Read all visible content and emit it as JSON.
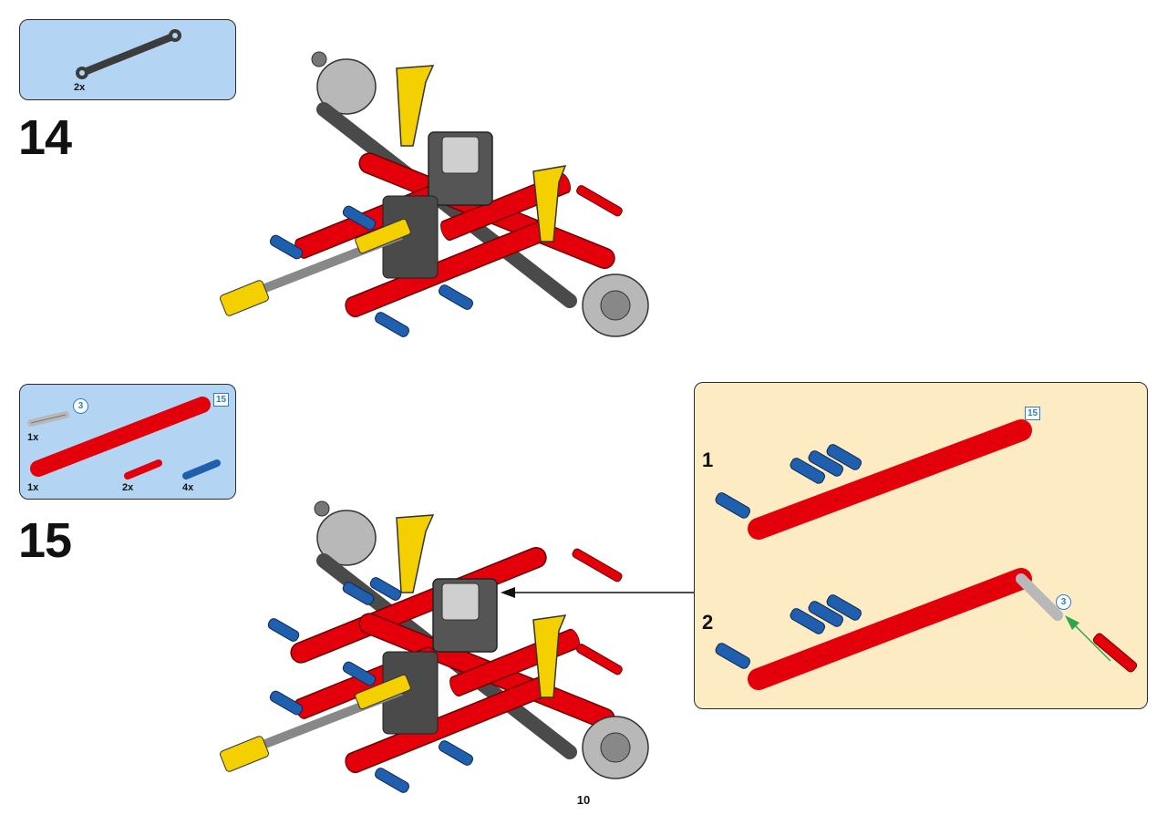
{
  "steps": [
    {
      "number": "14",
      "parts": [
        {
          "qty": "2x",
          "part": "link"
        }
      ]
    },
    {
      "number": "15",
      "parts": [
        {
          "qty": "1x",
          "part": "axle",
          "length": "3"
        },
        {
          "qty": "1x",
          "part": "beam",
          "length": "15"
        },
        {
          "qty": "2x",
          "part": "red-pin"
        },
        {
          "qty": "4x",
          "part": "blue-pin"
        }
      ],
      "substeps": [
        {
          "number": "1",
          "beam_length": "15"
        },
        {
          "number": "2",
          "axle_length": "3"
        }
      ]
    }
  ],
  "page_number": "10",
  "colors": {
    "parts_box": "#b3d4f2",
    "subassembly_panel": "#fdebc3",
    "red": "#e3000b",
    "blue": "#1f5fae",
    "yellow": "#f5d000",
    "dark_gray": "#4a4a4a",
    "light_gray": "#b8b8b8",
    "callout_badge": "#2a7fc9",
    "arrow_green": "#2aa84a"
  }
}
